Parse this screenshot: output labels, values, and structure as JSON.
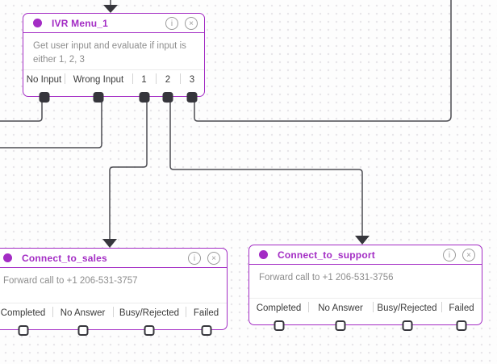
{
  "app": {
    "view": "call-flow-builder-canvas"
  },
  "colors": {
    "accent_purple": "#a32cc4",
    "connector_dark": "#4c4c52",
    "port_square_dark": "#36363c",
    "body_text_gray": "#8d8d8d",
    "canvas_dot_gray": "#e8e6ea"
  },
  "icons": {
    "info": "i",
    "close": "×"
  },
  "nodes": [
    {
      "title": "IVR Menu_1",
      "description": "Get user input and evaluate if input is either 1, 2, 3",
      "ports": [
        {
          "label": "No Input",
          "connected": true
        },
        {
          "label": "Wrong Input",
          "connected": true
        },
        {
          "label": "1",
          "connected": true
        },
        {
          "label": "2",
          "connected": true
        },
        {
          "label": "3",
          "connected": true
        }
      ]
    },
    {
      "title": "Connect_to_sales",
      "description": "Forward call to +1 206-531-3757",
      "ports": [
        {
          "label": "Completed",
          "connected": false
        },
        {
          "label": "No Answer",
          "connected": false
        },
        {
          "label": "Busy/Rejected",
          "connected": false
        },
        {
          "label": "Failed",
          "connected": false
        }
      ]
    },
    {
      "title": "Connect_to_support",
      "description": "Forward call to +1 206-531-3756",
      "ports": [
        {
          "label": "Completed",
          "connected": false
        },
        {
          "label": "No Answer",
          "connected": false
        },
        {
          "label": "Busy/Rejected",
          "connected": false
        },
        {
          "label": "Failed",
          "connected": false
        }
      ]
    }
  ]
}
